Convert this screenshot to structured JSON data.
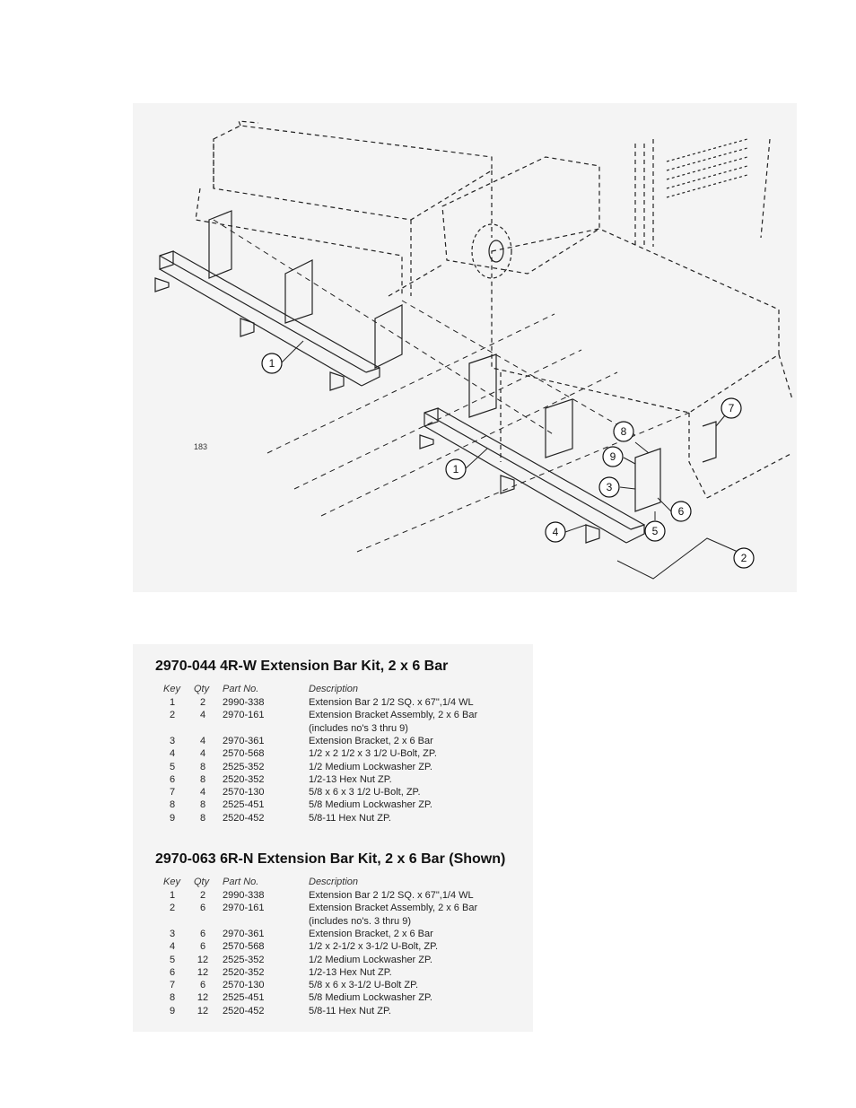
{
  "diagram": {
    "drawing_number": "183",
    "callouts": [
      "1",
      "1",
      "2",
      "3",
      "4",
      "5",
      "6",
      "7",
      "8",
      "9"
    ]
  },
  "kits": [
    {
      "title": "2970-044 4R-W Extension Bar Kit, 2 x 6 Bar",
      "headers": {
        "key": "Key",
        "qty": "Qty",
        "part": "Part No.",
        "desc": "Description"
      },
      "rows": [
        {
          "key": "1",
          "qty": "2",
          "part": "2990-338",
          "desc": "Extension Bar 2 1/2 SQ. x 67\",1/4 WL"
        },
        {
          "key": "2",
          "qty": "4",
          "part": "2970-161",
          "desc": "Extension Bracket Assembly, 2 x 6 Bar"
        },
        {
          "key": "",
          "qty": "",
          "part": "",
          "desc": "(includes no's 3 thru 9)"
        },
        {
          "key": "3",
          "qty": "4",
          "part": "2970-361",
          "desc": "Extension Bracket, 2 x 6 Bar"
        },
        {
          "key": "4",
          "qty": "4",
          "part": "2570-568",
          "desc": "1/2 x 2 1/2 x 3 1/2 U-Bolt, ZP."
        },
        {
          "key": "5",
          "qty": "8",
          "part": "2525-352",
          "desc": "1/2 Medium Lockwasher ZP."
        },
        {
          "key": "6",
          "qty": "8",
          "part": "2520-352",
          "desc": "1/2-13 Hex Nut ZP."
        },
        {
          "key": "7",
          "qty": "4",
          "part": "2570-130",
          "desc": "5/8 x 6 x 3 1/2 U-Bolt, ZP."
        },
        {
          "key": "8",
          "qty": "8",
          "part": "2525-451",
          "desc": "5/8 Medium Lockwasher ZP."
        },
        {
          "key": "9",
          "qty": "8",
          "part": "2520-452",
          "desc": "5/8-11 Hex Nut ZP."
        }
      ]
    },
    {
      "title": "2970-063 6R-N Extension Bar Kit, 2 x 6 Bar (Shown)",
      "headers": {
        "key": "Key",
        "qty": "Qty",
        "part": "Part No.",
        "desc": "Description"
      },
      "rows": [
        {
          "key": "1",
          "qty": "2",
          "part": "2990-338",
          "desc": "Extension Bar 2 1/2 SQ. x 67\",1/4 WL"
        },
        {
          "key": "2",
          "qty": "6",
          "part": "2970-161",
          "desc": "Extension Bracket Assembly, 2 x 6 Bar"
        },
        {
          "key": "",
          "qty": "",
          "part": "",
          "desc": "(includes no's. 3 thru 9)"
        },
        {
          "key": "3",
          "qty": "6",
          "part": "2970-361",
          "desc": "Extension Bracket, 2 x 6 Bar"
        },
        {
          "key": "4",
          "qty": "6",
          "part": "2570-568",
          "desc": "1/2 x 2-1/2 x 3-1/2 U-Bolt, ZP."
        },
        {
          "key": "5",
          "qty": "12",
          "part": "2525-352",
          "desc": "1/2 Medium Lockwasher ZP."
        },
        {
          "key": "6",
          "qty": "12",
          "part": "2520-352",
          "desc": "1/2-13 Hex Nut ZP."
        },
        {
          "key": "7",
          "qty": "6",
          "part": "2570-130",
          "desc": "5/8 x 6 x 3-1/2 U-Bolt ZP."
        },
        {
          "key": "8",
          "qty": "12",
          "part": "2525-451",
          "desc": "5/8 Medium Lockwasher ZP."
        },
        {
          "key": "9",
          "qty": "12",
          "part": "2520-452",
          "desc": "5/8-11 Hex Nut ZP."
        }
      ]
    }
  ]
}
